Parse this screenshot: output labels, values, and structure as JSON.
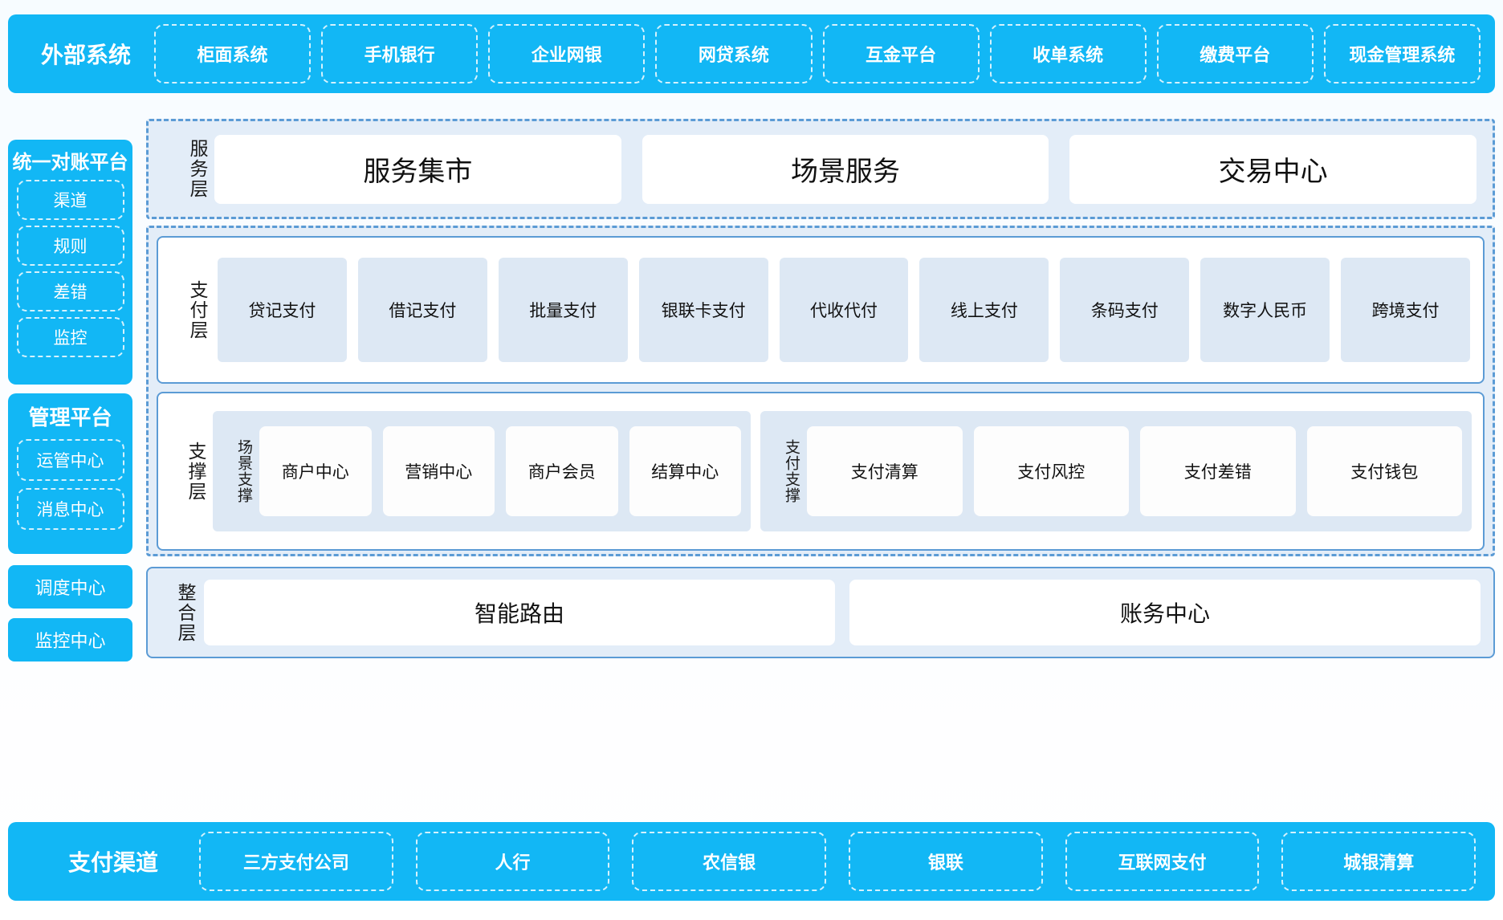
{
  "external": {
    "title": "外部系统",
    "items": [
      "柜面系统",
      "手机银行",
      "企业网银",
      "网贷系统",
      "互金平台",
      "收单系统",
      "缴费平台",
      "现金管理系统"
    ]
  },
  "left_column": {
    "recon": {
      "title": "统一对账平台",
      "items": [
        "渠道",
        "规则",
        "差错",
        "监控"
      ]
    },
    "manage": {
      "title": "管理平台",
      "items": [
        "运管中心",
        "消息中心"
      ]
    },
    "dispatch_center": "调度中心",
    "monitor_center": "监控中心"
  },
  "service_layer": {
    "label": "服务层",
    "cards": [
      "服务集市",
      "场景服务",
      "交易中心"
    ]
  },
  "payment_layer": {
    "label": "支付层",
    "tiles": [
      "贷记支付",
      "借记支付",
      "批量支付",
      "银联卡支付",
      "代收代付",
      "线上支付",
      "条码支付",
      "数字人民币",
      "跨境支付"
    ]
  },
  "support_layer": {
    "label": "支撑层",
    "groups": [
      {
        "label": "场景支撑",
        "cards": [
          "商户中心",
          "营销中心",
          "商户会员",
          "结算中心"
        ]
      },
      {
        "label": "支付支撑",
        "cards": [
          "支付清算",
          "支付风控",
          "支付差错",
          "支付钱包"
        ]
      }
    ]
  },
  "integration_layer": {
    "label": "整合层",
    "cards": [
      "智能路由",
      "账务中心"
    ]
  },
  "channels": {
    "title": "支付渠道",
    "items": [
      "三方支付公司",
      "人行",
      "农信银",
      "银联",
      "互联网支付",
      "城银清算"
    ]
  },
  "colors": {
    "brand_cyan": "#12B7F5",
    "layer_blue": "#5B9BD5",
    "panel_fill": "#E3EDF8",
    "tile_fill": "#DDE8F4",
    "white": "#FFFFFF"
  }
}
